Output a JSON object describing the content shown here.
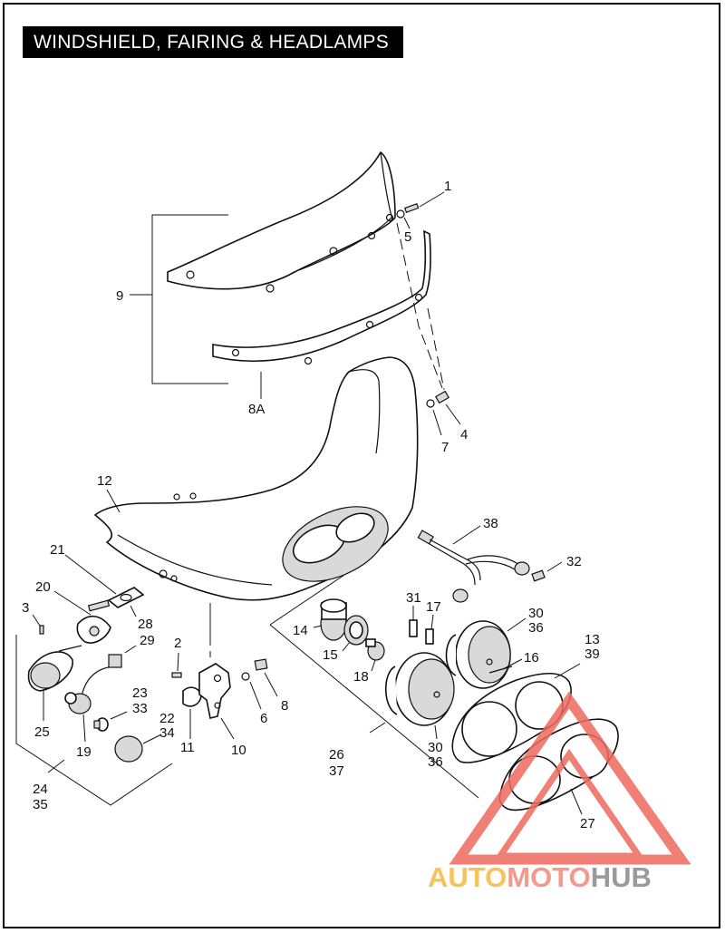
{
  "title": "WINDSHIELD, FAIRING & HEADLAMPS",
  "watermark": {
    "parts": [
      "AUTO",
      "MOTO",
      "HUB"
    ],
    "colors": [
      "#f6c35a",
      "#f29a8e",
      "#9a9a9a"
    ],
    "logo_color": "#ee6a5e"
  },
  "callouts": {
    "c1": "1",
    "c5": "5",
    "c9": "9",
    "c8a": "8A",
    "c7": "7",
    "c4": "4",
    "c12": "12",
    "c38": "38",
    "c32": "32",
    "c21": "21",
    "c20": "20",
    "c28": "28",
    "c3": "3",
    "c29": "29",
    "c2": "2",
    "c14": "14",
    "c31": "31",
    "c17": "17",
    "c30a": "30",
    "c36a": "36",
    "c13": "13",
    "c39": "39",
    "c15": "15",
    "c18": "18",
    "c16": "16",
    "c6": "6",
    "c8": "8",
    "c23": "23",
    "c33": "33",
    "c22": "22",
    "c34": "34",
    "c11": "11",
    "c10": "10",
    "c25": "25",
    "c19": "19",
    "c26": "26",
    "c37": "37",
    "c30b": "30",
    "c36b": "36",
    "c24": "24",
    "c35": "35",
    "c27": "27"
  }
}
